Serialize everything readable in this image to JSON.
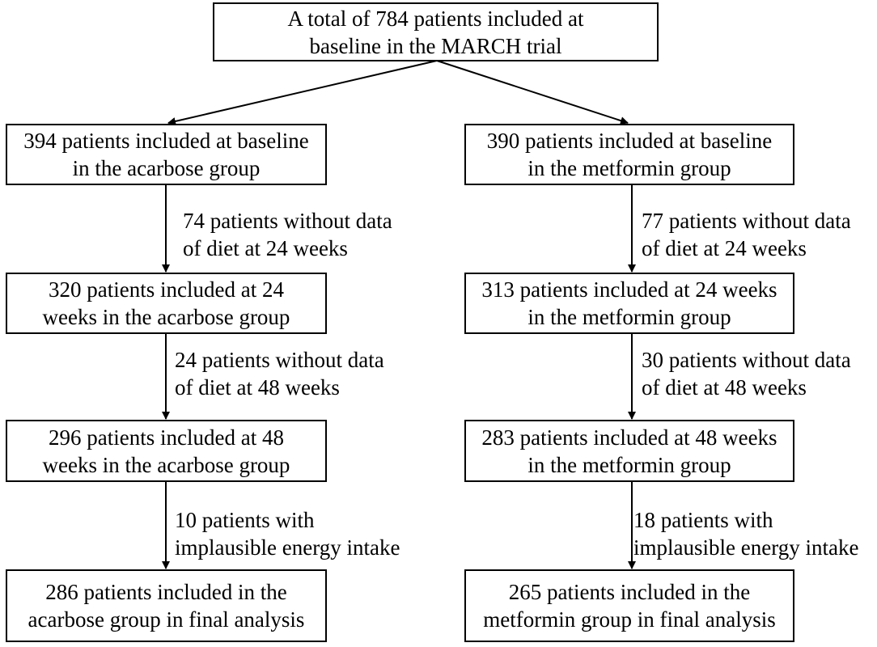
{
  "flowchart": {
    "top": {
      "text": "A total of 784 patients included at\nbaseline in the MARCH trial"
    },
    "left": {
      "baseline": "394 patients included at baseline\nin the acarbose group",
      "exclusion_1": "74 patients without data\nof diet at 24 weeks",
      "week_24": "320 patients included at 24\nweeks in the acarbose group",
      "exclusion_2": "24 patients without data\nof diet at 48 weeks",
      "week_48": "296 patients included at 48\nweeks in the acarbose group",
      "exclusion_3": "10 patients with\nimplausible  energy intake",
      "final": "286 patients included in the\nacarbose group in final analysis"
    },
    "right": {
      "baseline": "390 patients included at baseline\nin the metformin group",
      "exclusion_1": "77 patients without data\nof diet at 24 weeks",
      "week_24": "313 patients included at 24 weeks\nin the metformin group",
      "exclusion_2": "30 patients without data\nof diet at 48 weeks",
      "week_48": "283 patients included at 48 weeks\nin the metformin group",
      "exclusion_3": "18 patients with\nimplausible  energy intake",
      "final": "265 patients included in the\nmetformin group in final analysis"
    }
  }
}
